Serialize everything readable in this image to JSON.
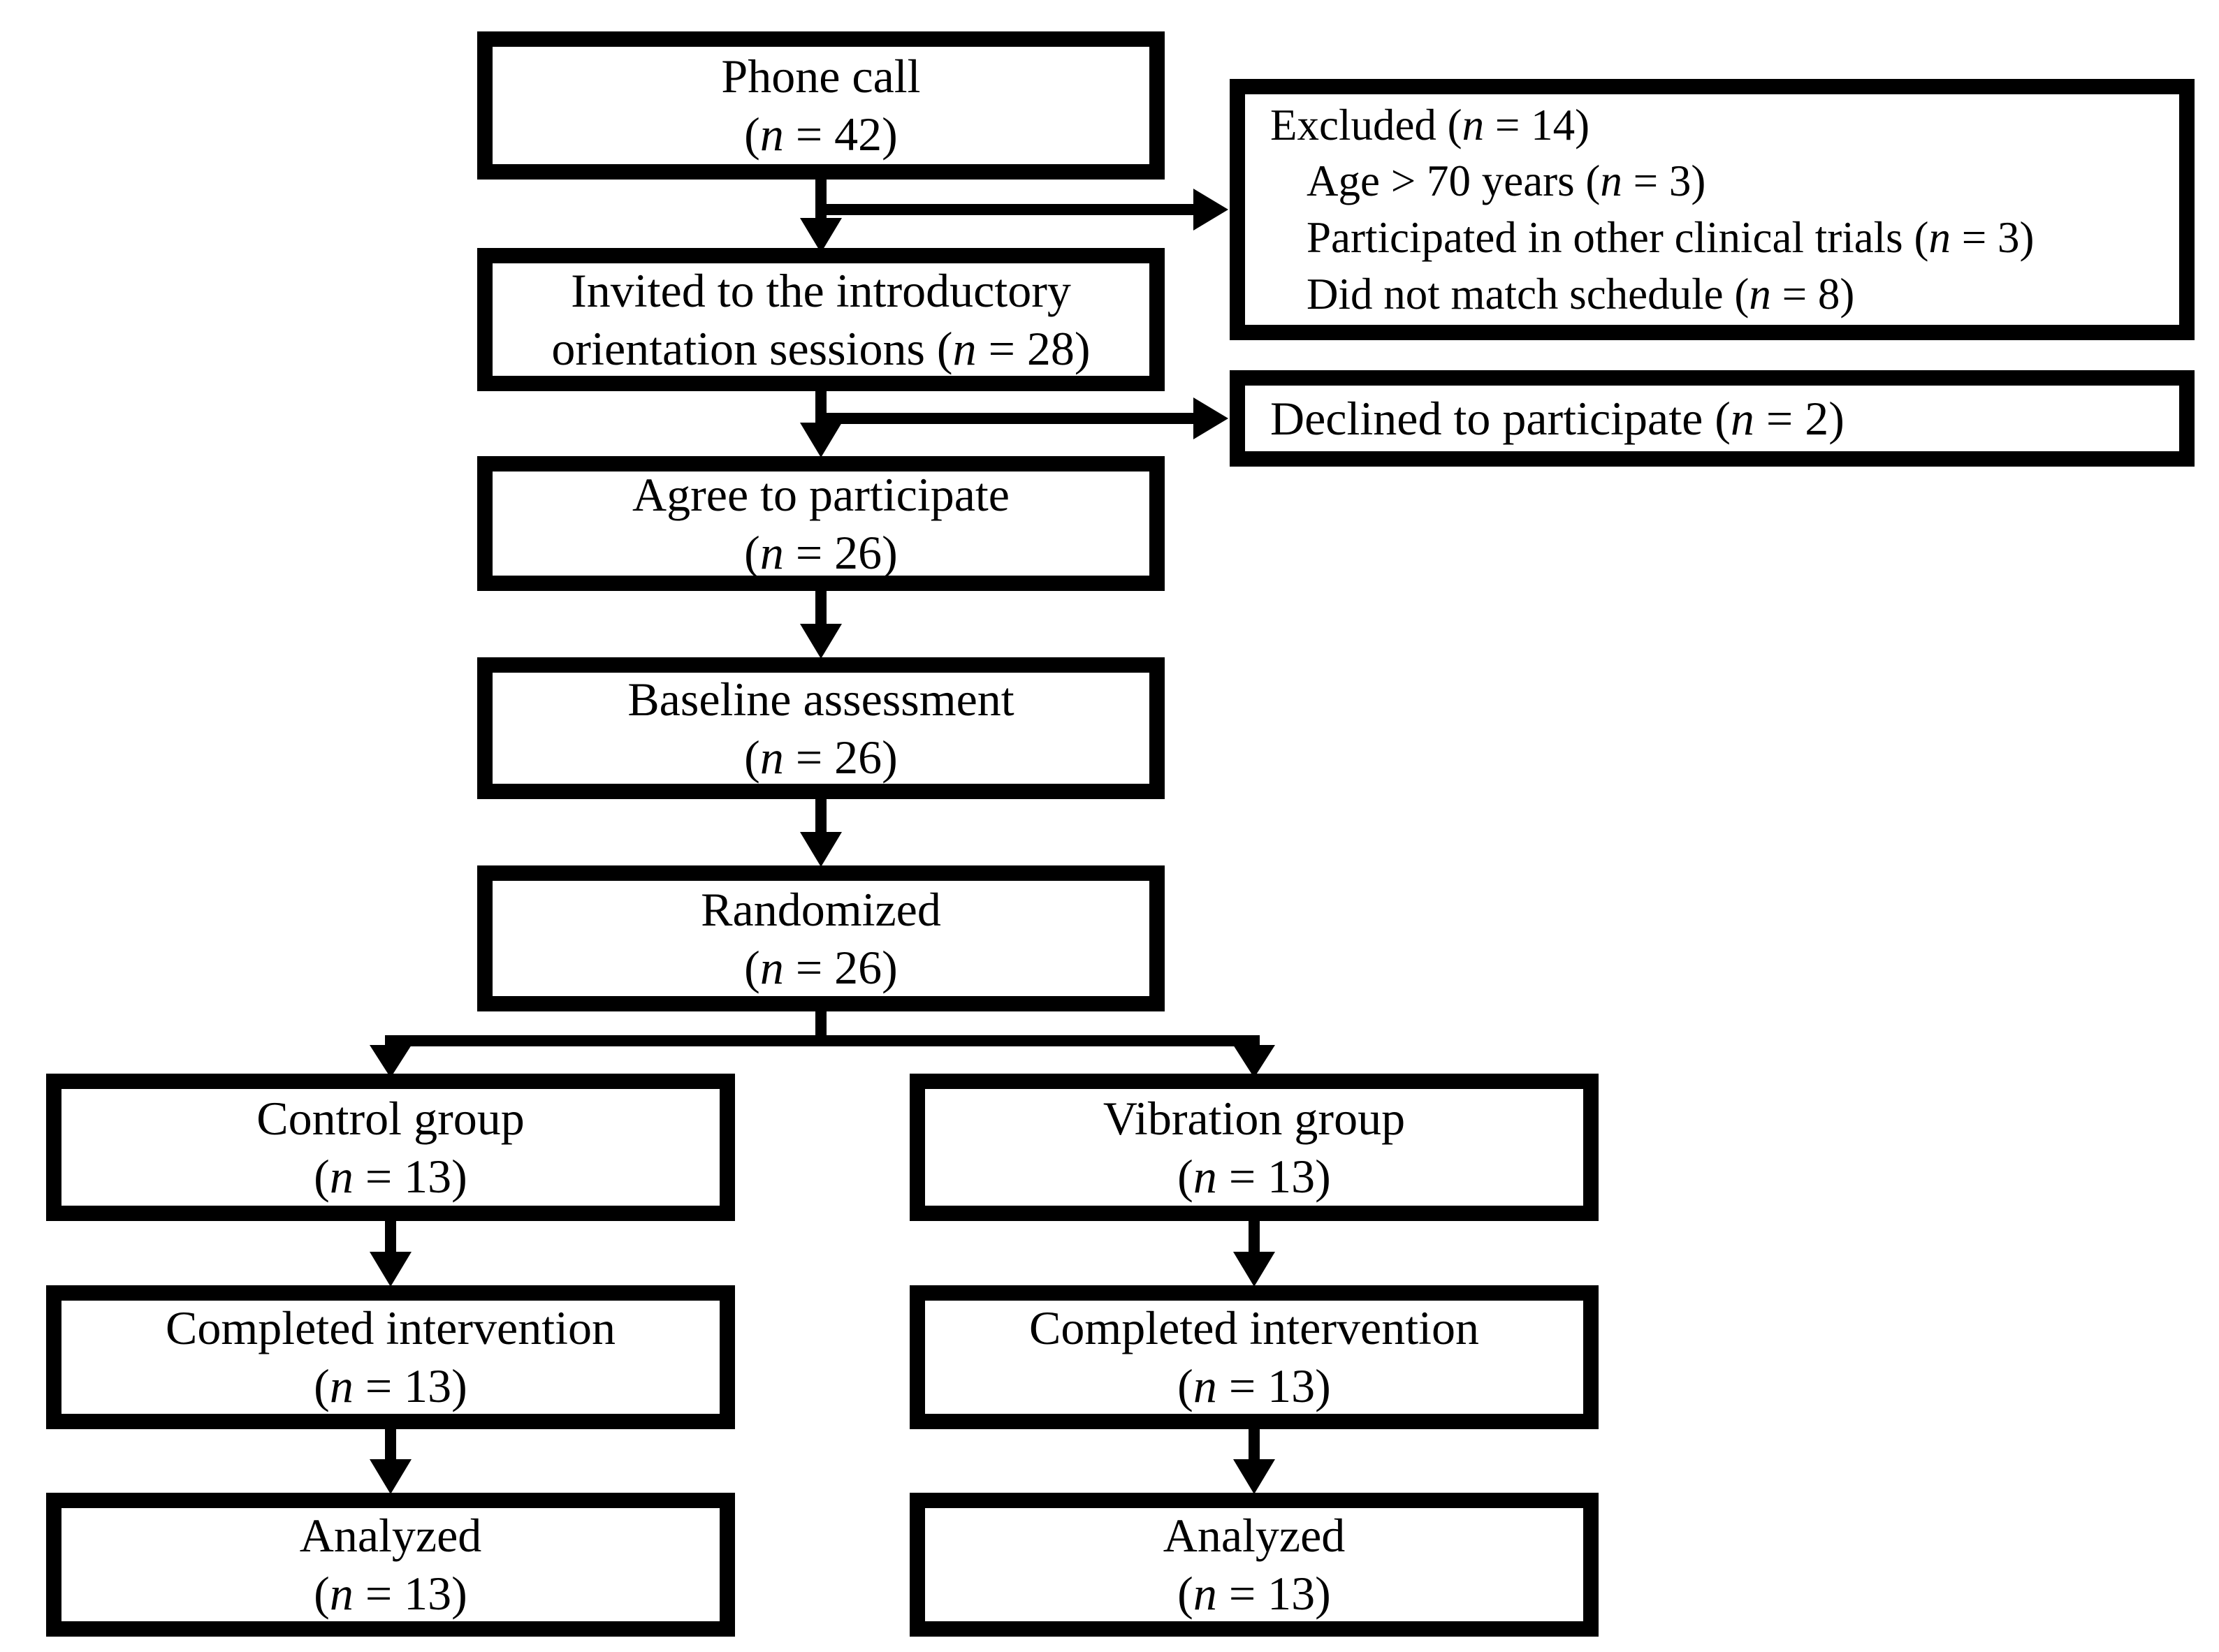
{
  "diagram": {
    "title": "Participant flow diagram",
    "colors": {
      "line": "#000000",
      "background": "#ffffff",
      "text": "#000000"
    },
    "boxes": {
      "phone_call": {
        "lines": [
          "Phone call",
          "(n = 42)"
        ]
      },
      "excluded": {
        "lines": [
          "Excluded (n = 14)",
          "Age > 70 years (n = 3)",
          "Participated in other clinical trials (n = 3)",
          "Did not match schedule (n = 8)"
        ]
      },
      "invited": {
        "lines": [
          "Invited to the introductory",
          "orientation sessions (n = 28)"
        ]
      },
      "declined": {
        "lines": [
          "Declined to participate (n = 2)"
        ]
      },
      "agree": {
        "lines": [
          "Agree to participate",
          "(n = 26)"
        ]
      },
      "baseline": {
        "lines": [
          "Baseline assessment",
          "(n = 26)"
        ]
      },
      "randomized": {
        "lines": [
          "Randomized",
          "(n = 26)"
        ]
      },
      "control": {
        "lines": [
          "Control group",
          "(n = 13)"
        ]
      },
      "vibration": {
        "lines": [
          "Vibration group",
          "(n = 13)"
        ]
      },
      "control_completed": {
        "lines": [
          "Completed intervention",
          "(n = 13)"
        ]
      },
      "vibration_completed": {
        "lines": [
          "Completed intervention",
          "(n = 13)"
        ]
      },
      "control_analyzed": {
        "lines": [
          "Analyzed",
          "(n = 13)"
        ]
      },
      "vibration_analyzed": {
        "lines": [
          "Analyzed",
          "(n = 13)"
        ]
      }
    }
  }
}
